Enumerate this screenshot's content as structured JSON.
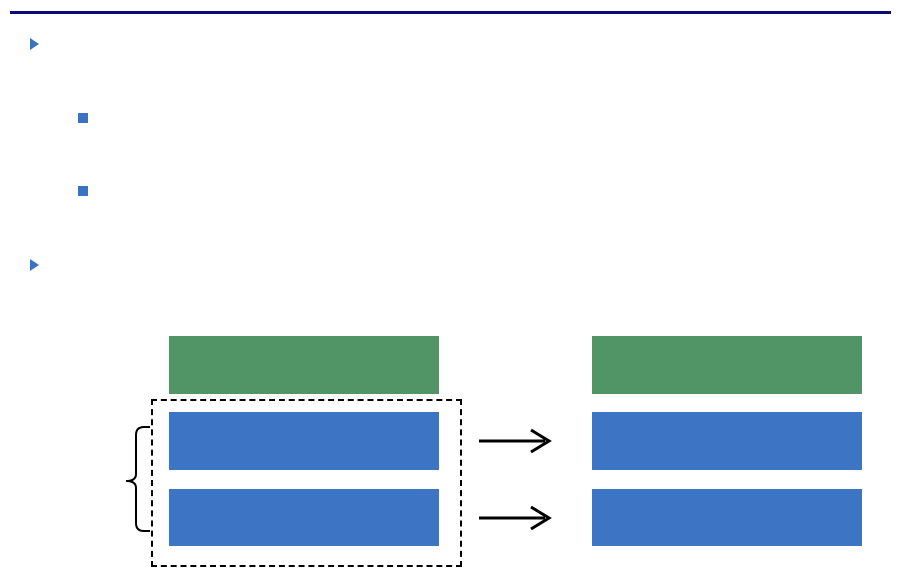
{
  "colors": {
    "rule": "#0A0A78",
    "bullet": "#3B73C4",
    "green_block": "#519566",
    "blue_block": "#3D74C4",
    "outline": "#000000"
  },
  "icons": {
    "level1_bullet": "triangle-bullet-icon",
    "level2_bullet": "square-bullet-icon",
    "arrow": "right-arrow-icon",
    "brace": "curly-brace-icon"
  },
  "diagram": {
    "left_column": [
      "green",
      "blue",
      "blue"
    ],
    "right_column": [
      "green",
      "blue",
      "blue"
    ],
    "arrows": 2
  }
}
